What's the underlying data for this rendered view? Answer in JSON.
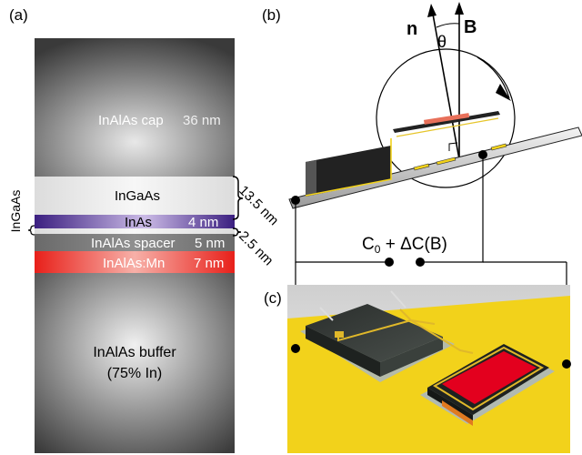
{
  "panel_a": {
    "panel_label": "(a)",
    "cap": {
      "name": "InAlAs cap",
      "thickness": "36 nm"
    },
    "ingaas_upper": {
      "name": "InGaAs"
    },
    "inas": {
      "name": "InAs",
      "thickness": "4 nm"
    },
    "ingaas_side": {
      "name": "InGaAs"
    },
    "spacer": {
      "name": "InAlAs spacer",
      "thickness": "5 nm"
    },
    "doped": {
      "name": "InAlAs:Mn",
      "thickness": "7 nm"
    },
    "buffer": {
      "line1": "InAlAs buffer",
      "line2": "(75% In)"
    },
    "brace_upper": "13.5 nm",
    "brace_lower": "2.5 nm"
  },
  "panel_b": {
    "panel_label": "(b)",
    "n_label": "n",
    "b_label": "B",
    "theta_label": "θ",
    "capacitance_prefix": "C",
    "capacitance_sub": "0",
    "capacitance_suffix": " + ΔC(B)"
  },
  "panel_c": {
    "panel_label": "(c)"
  },
  "colors": {
    "inas_band": "#4a2a8c",
    "doped_band": "#e0201a",
    "substrate_yellow": "#f2d21b",
    "chip_red": "#e3001e"
  }
}
